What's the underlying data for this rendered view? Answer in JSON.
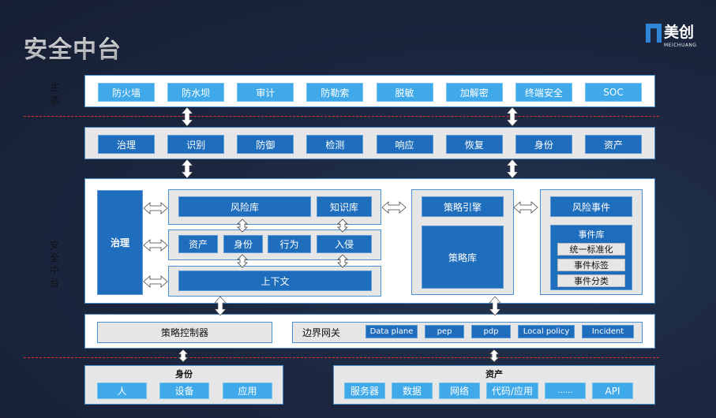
{
  "title": "安全中台",
  "logo": {
    "name": "美创",
    "subtitle": "MEICHUANG",
    "brand_color": "#2f86d8"
  },
  "side_labels": {
    "ecosystem": "生态",
    "platform": [
      "安",
      "全",
      "中",
      "台"
    ],
    "ecosystem_chars": [
      "生",
      "态"
    ]
  },
  "ecosystem_row": [
    "防火墙",
    "防水坝",
    "审计",
    "防勒索",
    "脱敏",
    "加解密",
    "终端安全",
    "SOC"
  ],
  "capability_row": [
    "治理",
    "识别",
    "防御",
    "检测",
    "响应",
    "恢复",
    "身份",
    "资产"
  ],
  "platform": {
    "governance": "治理",
    "risk_library": "风险库",
    "knowledge_library": "知识库",
    "entities": [
      "资产",
      "身份",
      "行为",
      "入侵"
    ],
    "context": "上下文",
    "policy_engine": "策略引擎",
    "policy_library": "策略库",
    "risk_event": "风险事件",
    "event_library": {
      "title": "事件库",
      "items": [
        "统一标准化",
        "事件标签",
        "事件分类"
      ]
    }
  },
  "control_row": {
    "policy_controller": "策略控制器",
    "boundary_gateway": "边界网关",
    "gateway_items": [
      "Data plane",
      "pep",
      "pdp",
      "Local policy",
      "Incident"
    ]
  },
  "identity": {
    "title": "身份",
    "items": [
      "人",
      "设备",
      "应用"
    ]
  },
  "assets": {
    "title": "资产",
    "items": [
      "服务器",
      "数据",
      "网络",
      "代码/应用",
      "......",
      "API"
    ]
  },
  "colors": {
    "light_blue": "#3fa9ea",
    "dark_blue": "#1f6dbd",
    "grey_panel": "#e6e6e6",
    "dash_red": "#e0302f",
    "background": "#1c2740"
  }
}
